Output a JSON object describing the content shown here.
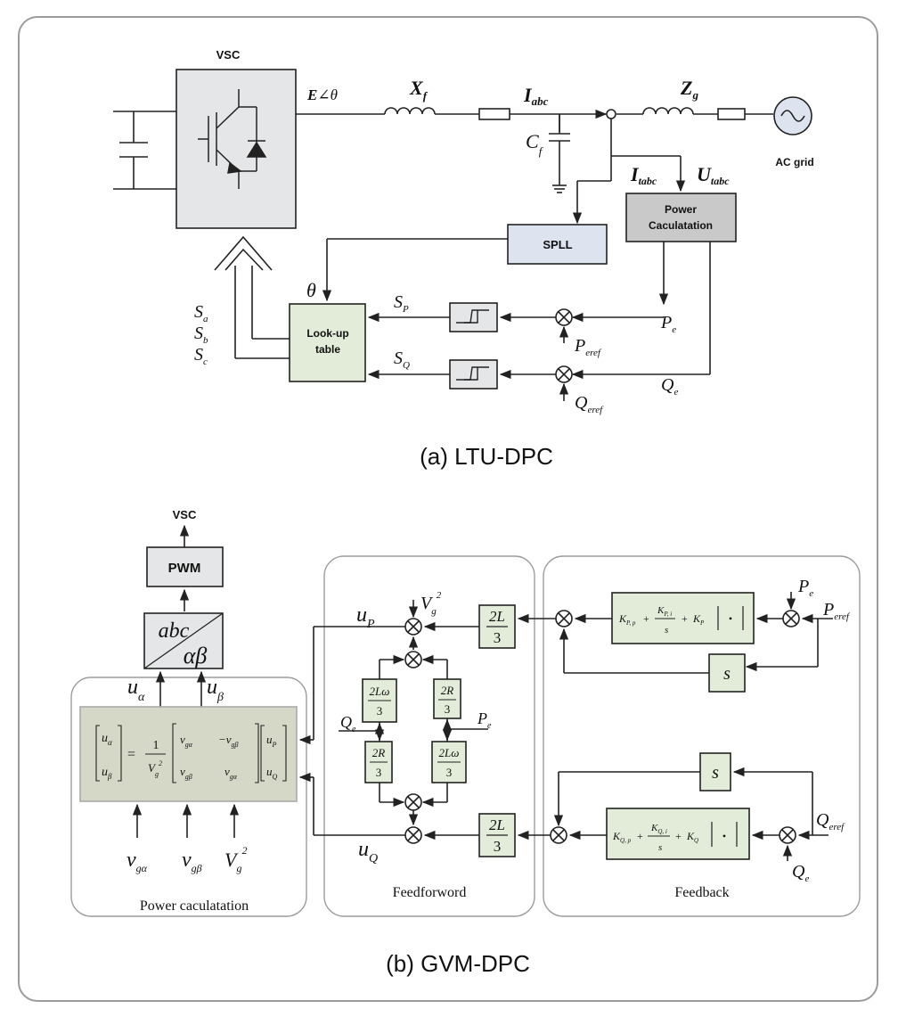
{
  "section_a": {
    "caption": "(a) LTU-DPC",
    "vsc_label": "VSC",
    "voltage_E": "E",
    "angle_theta": "∠θ",
    "xf_main": "X",
    "xf_sub": "f",
    "iabc_main": "I",
    "iabc_sub": "abc",
    "cf_main": "C",
    "cf_sub": "f",
    "zg_main": "Z",
    "zg_sub": "g",
    "ac_grid_label": "AC grid",
    "itabc_main": "I",
    "itabc_sub": "tabc",
    "utabc_main": "U",
    "utabc_sub": "tabc",
    "power_calc_line1": "Power",
    "power_calc_line2": "Caculatation",
    "spll_label": "SPLL",
    "lookup_line1": "Look-up",
    "lookup_line2": "table",
    "theta_label": "θ",
    "sa_main": "S",
    "sa_sub": "a",
    "sb_main": "S",
    "sb_sub": "b",
    "sc_main": "S",
    "sc_sub": "c",
    "sp_main": "S",
    "sp_sub": "P",
    "sq_main": "S",
    "sq_sub": "Q",
    "pe_main": "P",
    "pe_sub": "e",
    "peref_main": "P",
    "peref_sub": "eref",
    "qe_main": "Q",
    "qe_sub": "e",
    "qeref_main": "Q",
    "qeref_sub": "eref"
  },
  "section_b": {
    "caption": "(b) GVM-DPC",
    "vsc_label": "VSC",
    "pwm_label": "PWM",
    "transform_top": "abc",
    "transform_bottom": "αβ",
    "u_alpha_main": "u",
    "u_alpha_sub": "α",
    "u_beta_main": "u",
    "u_beta_sub": "β",
    "matrix_u_alpha": "u",
    "matrix_u_alpha_sub": "α",
    "matrix_u_beta": "u",
    "matrix_u_beta_sub": "β",
    "matrix_equals": "=",
    "matrix_one": "1",
    "matrix_v": "V",
    "matrix_v_sub": "g",
    "matrix_v_sup": "2",
    "matrix_r1c1": "v",
    "matrix_r1c1_sub": "gα",
    "matrix_r1c2": "−v",
    "matrix_r1c2_sub": "gβ",
    "matrix_r2c1": "v",
    "matrix_r2c1_sub": "gβ",
    "matrix_r2c2": "v",
    "matrix_r2c2_sub": "gα",
    "matrix_up": "u",
    "matrix_up_sub": "P",
    "matrix_uq": "u",
    "matrix_uq_sub": "Q",
    "vga_main": "v",
    "vga_sub": "gα",
    "vgb_main": "v",
    "vgb_sub": "gβ",
    "vg2_main": "V",
    "vg2_sub": "g",
    "vg2_sup": "2",
    "power_calc_caption": "Power caculatation",
    "up_main": "u",
    "up_sub": "P",
    "uq_main": "u",
    "uq_sub": "Q",
    "vg_ff_main": "V",
    "vg_ff_sub": "g",
    "vg_ff_sup": "2",
    "gain_2L_num": "2L",
    "gain_2L_den": "3",
    "gain_2Lw_num": "2Lω",
    "gain_2Lw_den": "3",
    "gain_2R_num": "2R",
    "gain_2R_den": "3",
    "qe_ff_main": "Q",
    "qe_ff_sub": "e",
    "pe_ff_main": "P",
    "pe_ff_sub": "e",
    "feedforward_caption": "Feedforword",
    "feedback_caption": "Feedback",
    "s_block": "s",
    "pe_fb_main": "P",
    "pe_fb_sub": "e",
    "peref_fb_main": "P",
    "peref_fb_sub": "eref",
    "qe_fb_main": "Q",
    "qe_fb_sub": "e",
    "qeref_fb_main": "Q",
    "qeref_fb_sub": "eref",
    "pid_p_k1": "K",
    "pid_p_k1_sub": "P, p",
    "pid_p_k2": "K",
    "pid_p_k2_sub": "P, i",
    "pid_p_s": "s",
    "pid_p_k3": "K",
    "pid_p_k3_sub": "P",
    "pid_q_k1": "K",
    "pid_q_k1_sub": "Q, p",
    "pid_q_k2": "K",
    "pid_q_k2_sub": "Q, i",
    "pid_q_s": "s",
    "pid_q_k3": "K",
    "pid_q_k3_sub": "Q",
    "plus": "+",
    "dot": "•"
  },
  "colors": {
    "frame": "#9c9c9c",
    "box_gray": "#e4e6e8",
    "box_blue": "#dde4ef",
    "box_green": "#e3ecd9",
    "box_power": "#c9c9ca",
    "matrix_bg": "#d5d8c6",
    "line": "#222222"
  }
}
